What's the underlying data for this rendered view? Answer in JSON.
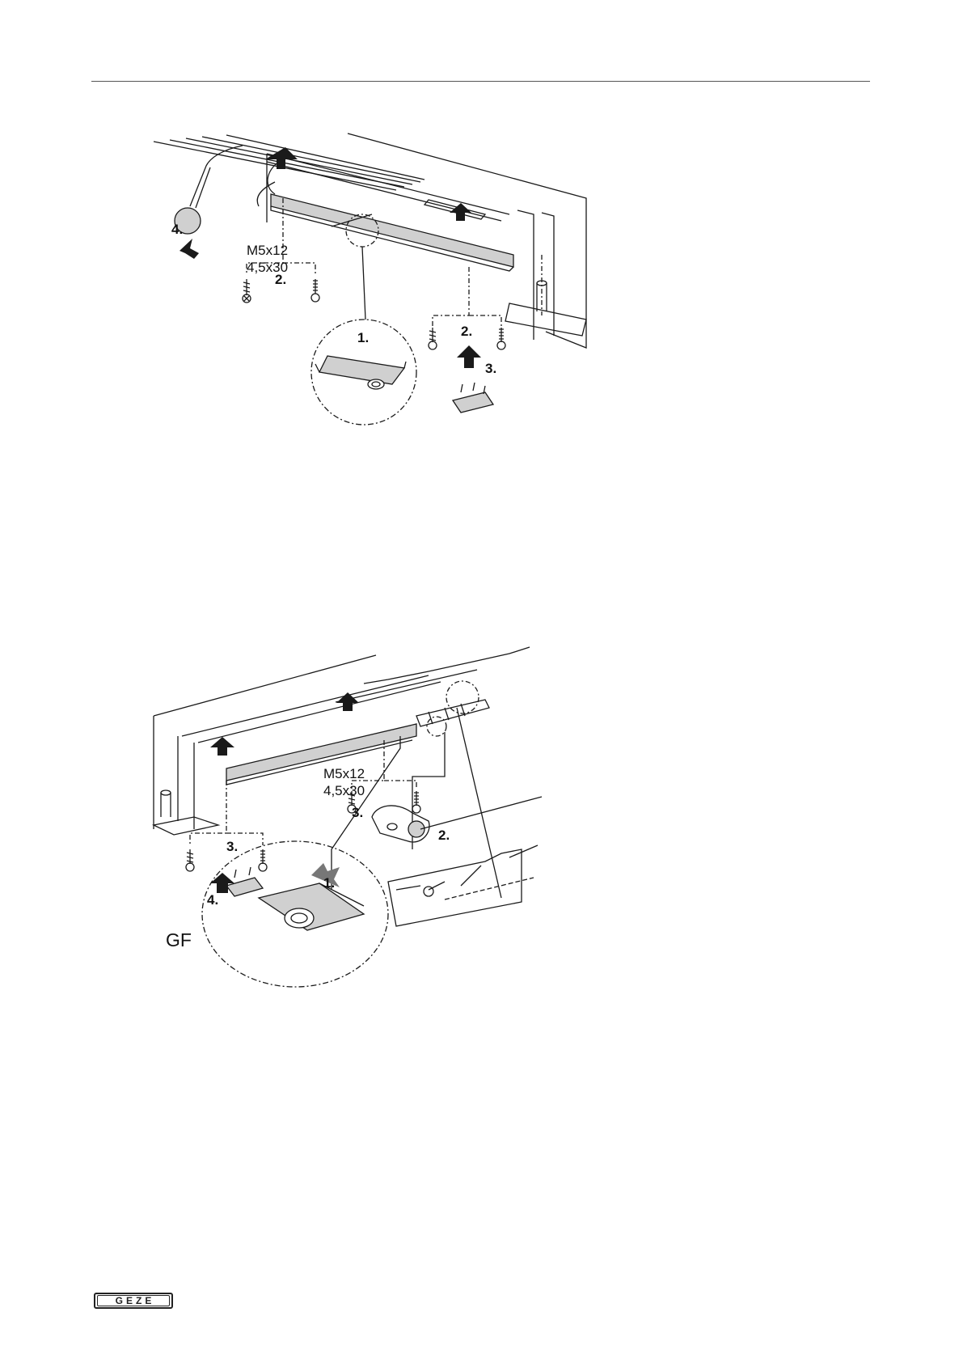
{
  "figure_top": {
    "step_labels": {
      "s1": "1.",
      "s2a": "2.",
      "s2b": "2.",
      "s3": "3.",
      "s4": "4."
    },
    "screw_spec": {
      "line1": "M5x12",
      "line2": "4,5x30"
    }
  },
  "figure_bottom": {
    "step_labels": {
      "s1": "1.",
      "s2": "2.",
      "s3a": "3.",
      "s3b": "3.",
      "s4": "4."
    },
    "screw_spec": {
      "line1": "M5x12",
      "line2": "4,5x30"
    },
    "variant_label": "GF"
  },
  "footer": {
    "logo_text": "GEZE"
  },
  "colors": {
    "line": "#1a1a1a",
    "fill_gray": "#cfcfcf",
    "arrow": "#1a1a1a"
  }
}
